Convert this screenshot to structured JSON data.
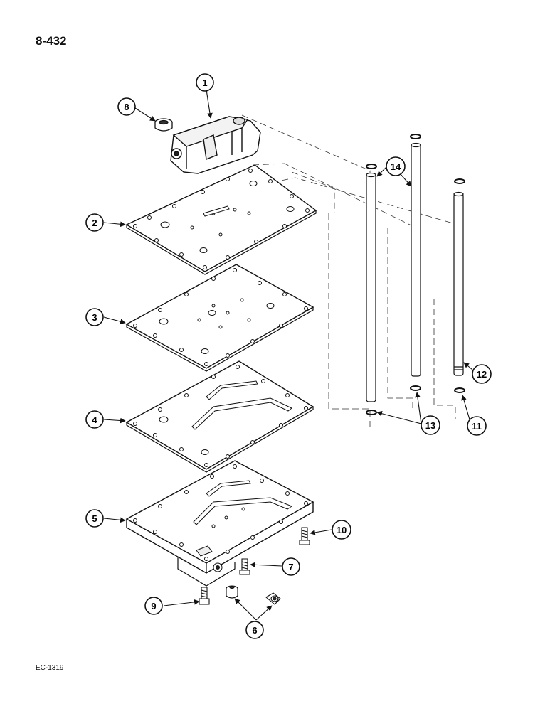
{
  "page_number": "8-432",
  "doc_code": "EC-1319",
  "callouts": [
    "1",
    "2",
    "3",
    "4",
    "5",
    "6",
    "7",
    "8",
    "9",
    "10",
    "11",
    "12",
    "13",
    "14"
  ]
}
